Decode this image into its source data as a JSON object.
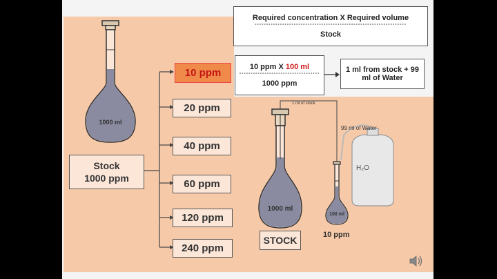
{
  "formula": {
    "numerator": "Required concentration X Required volume",
    "divider": "------------------------------------------------------------------",
    "denominator": "Stock"
  },
  "calc": {
    "numerator_prefix": "10 ppm X ",
    "numerator_highlight": "100 ml",
    "divider": "-----------------------------------",
    "denominator": "1000 ppm",
    "result": "1 ml from stock + 99 ml of Water"
  },
  "stock_flask": {
    "label": "1000 ml"
  },
  "stock_box": {
    "line1": "Stock",
    "line2": "1000 ppm"
  },
  "dilutions": [
    "10 ppm",
    "20 ppm",
    "40 ppm",
    "60 ppm",
    "120 ppm",
    "240 ppm"
  ],
  "lab": {
    "stock_flask_label": "1000 ml",
    "stock_caption": "STOCK",
    "transfer_label": "1 ml of stock",
    "water_label": "99 ml of Water",
    "bottle_label": "H₂O",
    "small_flask_label": "100 ml",
    "small_flask_caption": "10 ppm"
  },
  "colors": {
    "panel": "#f6c9a8",
    "liquid": "#8a8aa0",
    "highlight": "#f08a4a",
    "red": "#d01818"
  },
  "icons": [
    "speaker-icon"
  ]
}
